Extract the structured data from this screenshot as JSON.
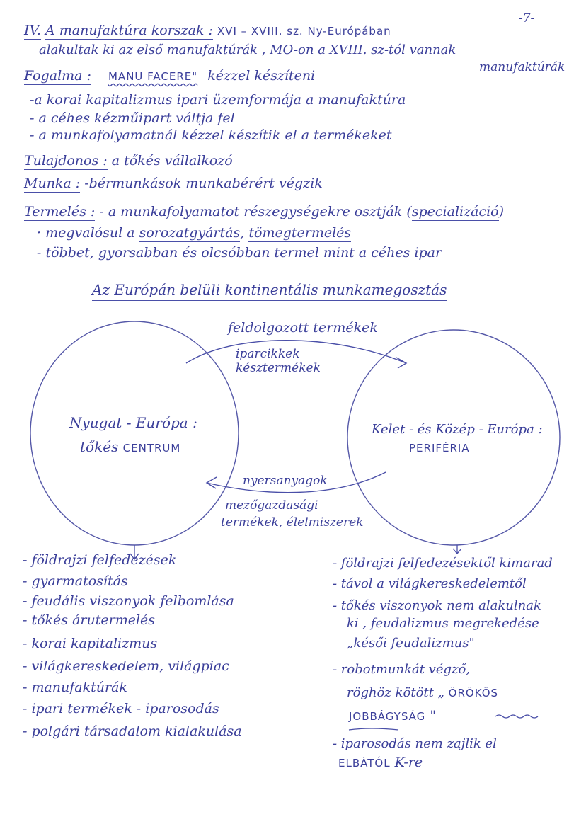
{
  "page_number": "-7-",
  "section": {
    "numeral": "IV.",
    "title": "A manufaktúra korszak :",
    "title_rest": "XVI – XVIII. sz. Ny-Európában",
    "line2": "alakultak ki az első manufaktúrák , MO-on a XVIII. sz-tól vannak",
    "line2_tail": "manufaktúrák"
  },
  "fogalma": {
    "label": "Fogalma :",
    "term": "MANU FACERE\"",
    "text": "kézzel készíteni",
    "bullets": [
      "-a korai kapitalizmus ipari üzemformája a manufaktúra",
      "- a céhes kézműipart váltja fel",
      "- a munkafolyamatnál kézzel készítik el a termékeket"
    ]
  },
  "tulajdonos": {
    "label": "Tulajdonos :",
    "text": "a tőkés vállalkozó"
  },
  "munka": {
    "label": "Munka :",
    "text": "-bérmunkások munkabérért végzik"
  },
  "termeles": {
    "label": "Termelés :",
    "line1": "- a munkafolyamatot részegységekre osztják (",
    "line1_ul": "specializáció",
    "line1_end": ")",
    "line2_pre": "· megvalósul a",
    "line2_ul1": "sorozatgyártás",
    "line2_sep": ",",
    "line2_ul2": "tömegtermelés",
    "line3": "- többet, gyorsabban és olcsóbban termel mint a céhes ipar"
  },
  "diagram": {
    "title": "Az Európán belüli kontinentális munkamegosztás",
    "top_arrow_label": "feldolgozott termékek",
    "top_arrow_sub1": "iparcikkek",
    "top_arrow_sub2": "késztermékek",
    "left_circle_line1": "Nyugat - Európa :",
    "left_circle_line2_pre": "tőkés",
    "left_circle_line2_caps": "CENTRUM",
    "right_circle_line1": "Kelet - és Közép - Európa :",
    "right_circle_line2_caps": "PERIFÉRIA",
    "bottom_arrow_label": "nyersanyagok",
    "bottom_arrow_sub1": "mezőgazdasági",
    "bottom_arrow_sub2": "termékek, élelmiszerek"
  },
  "left_list": [
    "- földrajzi felfedezések",
    "- gyarmatosítás",
    "- feudális viszonyok felbomlása",
    "- tőkés árutermelés",
    "- korai kapitalizmus",
    "- világkereskedelem, világpiac",
    "- manufaktúrák",
    "- ipari termékek - iparosodás",
    "- polgári társadalom kialakulása"
  ],
  "right_list": {
    "items": [
      "- földrajzi felfedezésektől kimarad",
      "- távol a világkereskedelemtől",
      "- tőkés viszonyok nem alakulnak",
      "ki , feudalizmus megrekedése",
      "„késői feudalizmus\"",
      "- robotmunkát végző,",
      "röghöz kötött „"
    ],
    "caps_orokos": "ÖRÖKÖS",
    "caps_jobbagysag": "JOBBÁGYSÁG",
    "quote_close": "\"",
    "last_line1": "- iparosodás nem zajlik el",
    "last_line2_caps": "ELBÁTÓL",
    "last_line2_tail": "K-re"
  },
  "colors": {
    "ink": "#3b3f9a",
    "paper": "#ffffff"
  }
}
